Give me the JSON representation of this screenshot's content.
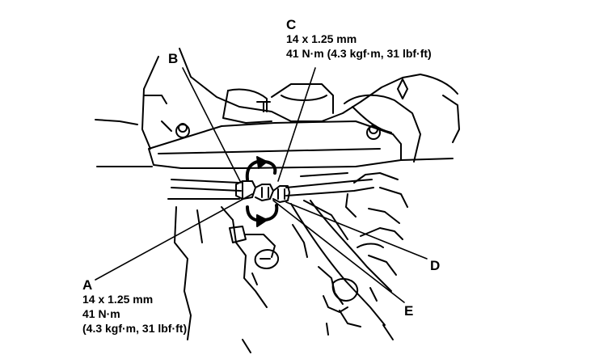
{
  "callouts": {
    "a": {
      "letter": "A",
      "thread": "14 x 1.25 mm",
      "torque_nm": "41 N·m",
      "torque_alt": "(4.3 kgf·m, 31 lbf·ft)"
    },
    "b": {
      "letter": "B"
    },
    "c": {
      "letter": "C",
      "thread": "14 x 1.25 mm",
      "torque": "41 N·m (4.3 kgf·m, 31 lbf·ft)"
    },
    "d": {
      "letter": "D"
    },
    "e": {
      "letter": "E"
    }
  }
}
